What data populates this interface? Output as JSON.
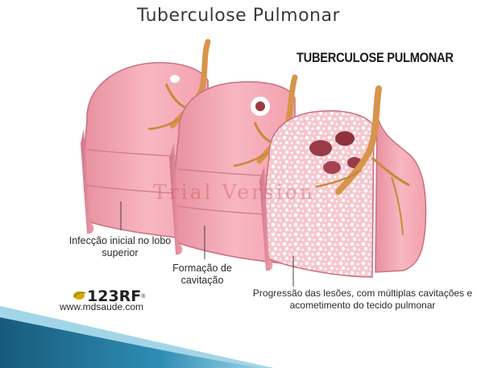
{
  "slide": {
    "title": "Tuberculose Pulmonar"
  },
  "illustration": {
    "title": "TUBERCULOSE PULMONAR",
    "stages": [
      {
        "label": "Infecção inicial no lobo superior"
      },
      {
        "label": "Formação de cavitação"
      },
      {
        "label": "Progressão das lesões, com múltiplas cavitações e acometimento do tecido pulmonar"
      }
    ],
    "watermark": "Trial Version",
    "credit": {
      "logo": "123RF",
      "reg": "®",
      "site": "www.mdsaude.com"
    }
  },
  "colors": {
    "lung_fill": "#f2a6b2",
    "lung_shadow": "#d97f8e",
    "bronchi": "#c9883a",
    "trachea": "#d8944a",
    "cavity": "#9b3b45",
    "accent_bar": "#1f6e93",
    "accent_bar_light": "#4ca6c8"
  }
}
